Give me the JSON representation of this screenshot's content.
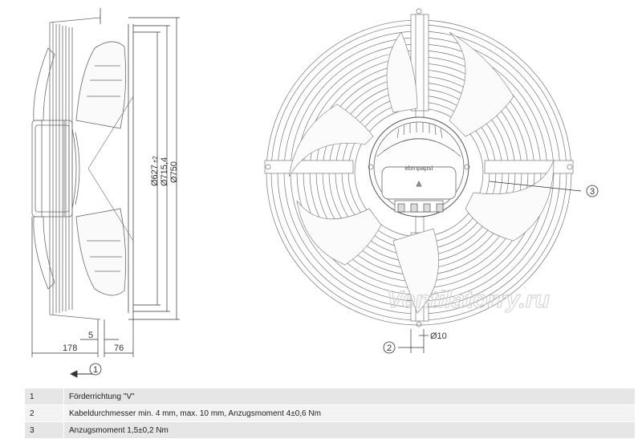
{
  "side_view": {
    "dimensions": {
      "d_inner": "Ø627",
      "d_inner_tol": "±2",
      "d_mid": "Ø715,4",
      "d_outer": "Ø750",
      "len_178": "178",
      "len_5": "5",
      "len_76": "76"
    },
    "callout": "1"
  },
  "front_view": {
    "motor_label": "ebmpapst",
    "callout_2": "2",
    "callout_3": "3",
    "hole": "Ø10"
  },
  "watermark": "Ventilatorry.ru",
  "legend": [
    {
      "num": "1",
      "text": "Förderrichtung \"V\""
    },
    {
      "num": "2",
      "text": "Kabeldurchmesser min. 4 mm, max. 10 mm, Anzugsmoment 4±0,6 Nm"
    },
    {
      "num": "3",
      "text": "Anzugsmoment 1,5±0,2 Nm"
    }
  ]
}
